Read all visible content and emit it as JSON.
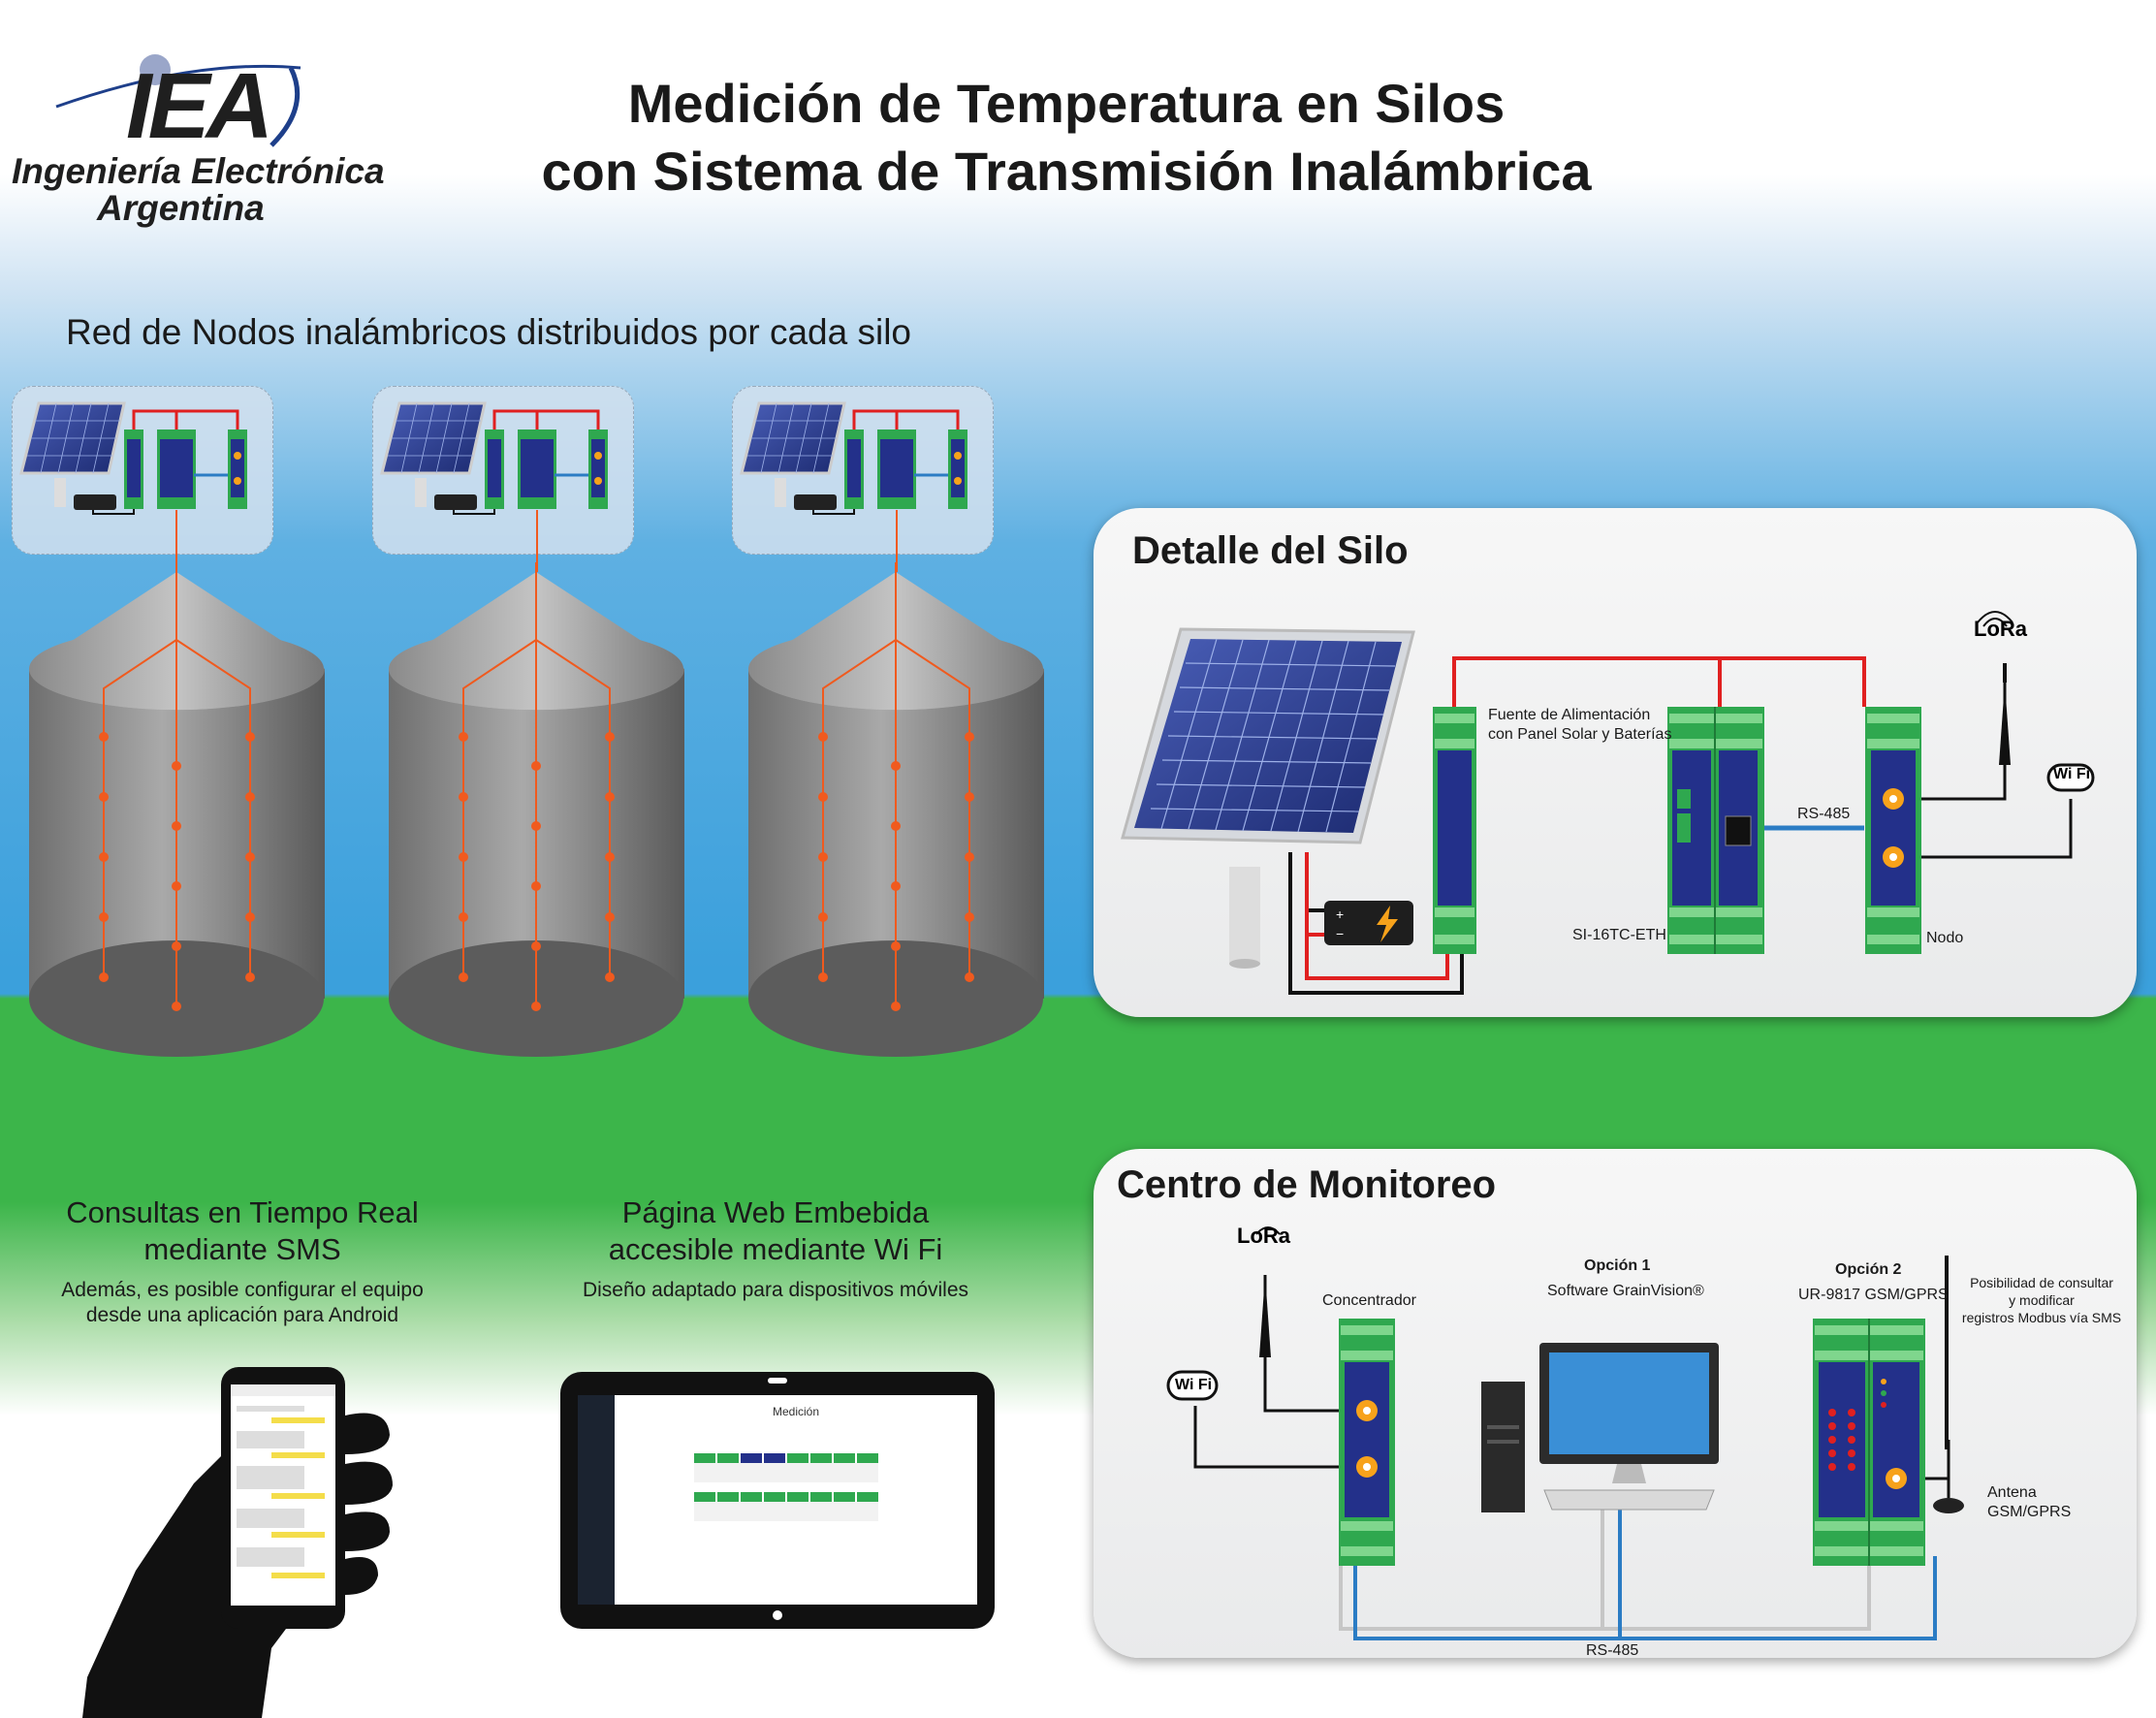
{
  "header": {
    "logo_mark": "IEA",
    "logo_line1": "Ingeniería Electrónica",
    "logo_line2": "Argentina",
    "title_line1": "Medición de Temperatura en Silos",
    "title_line2": "con Sistema de Transmisión Inalámbrica"
  },
  "network": {
    "heading": "Red de Nodos inalámbricos distribuidos por cada silo"
  },
  "sms": {
    "heading_line1": "Consultas en Tiempo Real",
    "heading_line2": "mediante SMS",
    "desc_line1": "Además, es posible configurar el equipo",
    "desc_line2": "desde una aplicación para Android"
  },
  "web": {
    "heading_line1": "Página Web Embebida",
    "heading_line2": "accesible mediante Wi Fi",
    "desc": "Diseño adaptado para dispositivos móviles",
    "tablet_page_title": "Medición"
  },
  "silo_detail": {
    "title": "Detalle del Silo",
    "power_label_line1": "Fuente de Alimentación",
    "power_label_line2": "con Panel Solar y Baterías",
    "module_label": "SI-16TC-ETH",
    "bus_label": "RS-485",
    "node_label": "Nodo",
    "lora": "LoRa",
    "wifi": "Wi Fi"
  },
  "monitoring": {
    "title": "Centro de Monitoreo",
    "lora": "LoRa",
    "wifi": "Wi Fi",
    "concentrator_label": "Concentrador",
    "option1_title": "Opción 1",
    "option1_desc": "Software GrainVision®",
    "option2_title": "Opción 2",
    "option2_desc": "UR-9817 GSM/GPRS",
    "consult_line1": "Posibilidad de consultar",
    "consult_line2": "y modificar",
    "consult_line3": "registros Modbus vía SMS",
    "antenna_line1": "Antena",
    "antenna_line2": "GSM/GPRS",
    "bus_label": "RS-485"
  },
  "colors": {
    "power_wire": "#e02020",
    "bus_wire": "#2b7cc4",
    "sensor": "#f05a1e",
    "module_green": "#2fa84f",
    "module_blue": "#23308a"
  }
}
